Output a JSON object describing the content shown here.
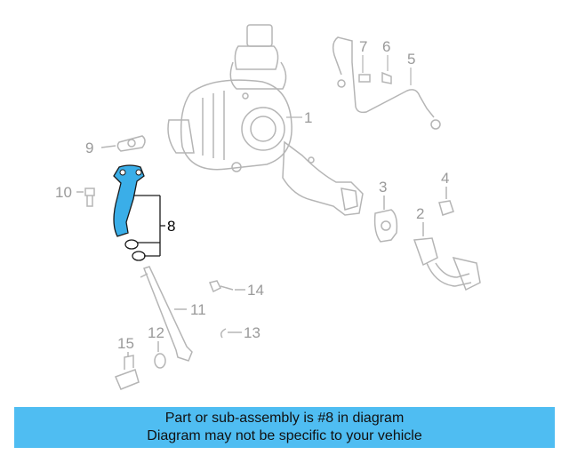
{
  "colors": {
    "banner_bg": "#4fbdf2",
    "highlight_part": "#3aaee8",
    "ghost_line": "#b5b5b5",
    "label_gray": "#9a9a9a"
  },
  "callouts": {
    "c1": "1",
    "c2": "2",
    "c3": "3",
    "c4": "4",
    "c5": "5",
    "c6": "6",
    "c7": "7",
    "c8": "8",
    "c9": "9",
    "c10": "10",
    "c11": "11",
    "c12": "12",
    "c13": "13",
    "c14": "14",
    "c15": "15"
  },
  "banner": {
    "line1": "Part or sub-assembly is #8 in diagram",
    "line2": "Diagram may not be specific to your vehicle"
  }
}
